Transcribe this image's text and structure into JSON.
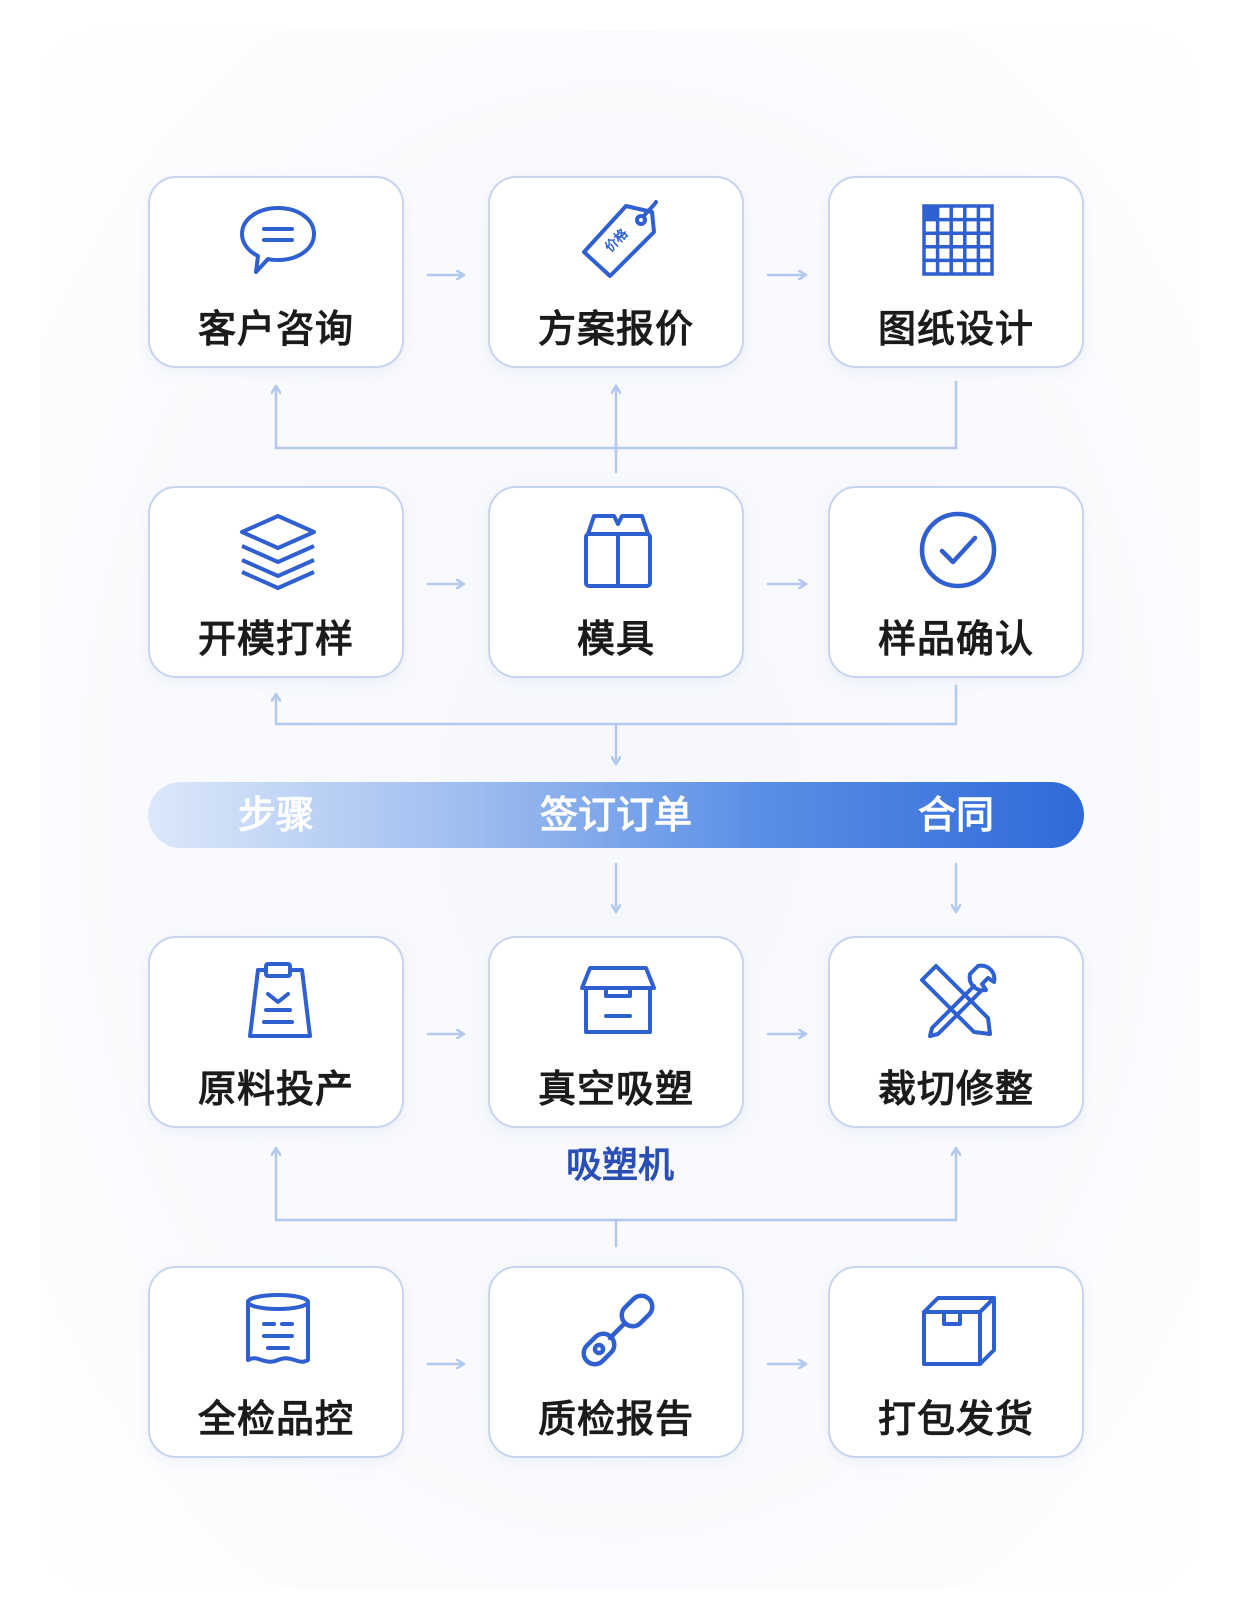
{
  "steps": {
    "customer_consult": "客户咨询",
    "quotation": "方案报价",
    "drawing_design": "图纸设计",
    "mold_sampling": "开模打样",
    "mold": "模具",
    "sample_confirm": "样品确认",
    "material_input": "原料投产",
    "vacuum_forming": "真空吸塑",
    "trim": "裁切修整",
    "full_inspection": "全检品控",
    "qc_report": "质检报告",
    "pack_ship": "打包发货"
  },
  "banner": {
    "left": "步骤",
    "center": "签订订单",
    "right": "合同"
  },
  "machine_label": "吸塑机",
  "tag_icon_text": "价格",
  "colors": {
    "accent": "#2f5fd0",
    "node_border": "#c6d4ee",
    "connector": "#b3c8ee",
    "banner_start": "#dce8fa",
    "banner_end": "#2f6ad8",
    "machine_label": "#2a4fb4"
  },
  "icons": {
    "customer_consult": "chat-bubble-icon",
    "quotation": "price-tag-icon",
    "drawing_design": "grid-icon",
    "mold_sampling": "layers-icon",
    "mold": "open-box-icon",
    "sample_confirm": "check-circle-icon",
    "material_input": "clipboard-icon",
    "vacuum_forming": "tray-box-icon",
    "trim": "tools-icon",
    "full_inspection": "document-roll-icon",
    "qc_report": "link-chain-icon",
    "pack_ship": "package-icon"
  }
}
